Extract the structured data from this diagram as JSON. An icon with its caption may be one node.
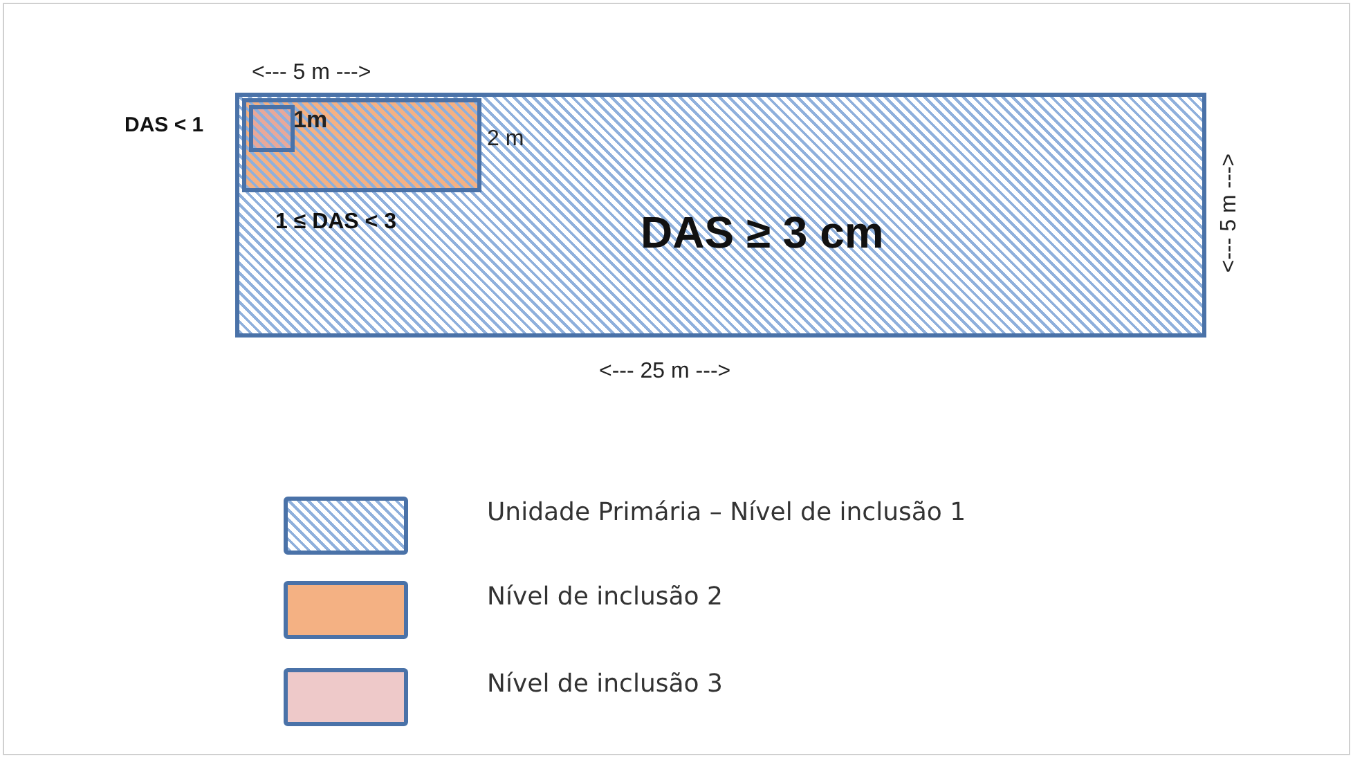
{
  "diagram": {
    "nodes": [
      {
        "text": [
          "DAS ≥ 3 cm"
        ]
      },
      {
        "text": [
          "1 ≤ DAS < 3"
        ],
        "in": 0
      },
      {
        "text": [
          "DAS < 1"
        ],
        "in": 1
      }
    ],
    "labels": [
      "<--- 5 m --->",
      "1m",
      "2 m",
      "<--- 5 m --->",
      "<--- 25 m --->"
    ],
    "legend": [
      {
        "text": "Unidade Primária – Nível de inclusão 1"
      },
      {
        "text": "Nível de inclusão 2",
        "color": "#f4b183"
      },
      {
        "text": "Nível de inclusão 3",
        "color": "#eec9c9"
      }
    ]
  }
}
